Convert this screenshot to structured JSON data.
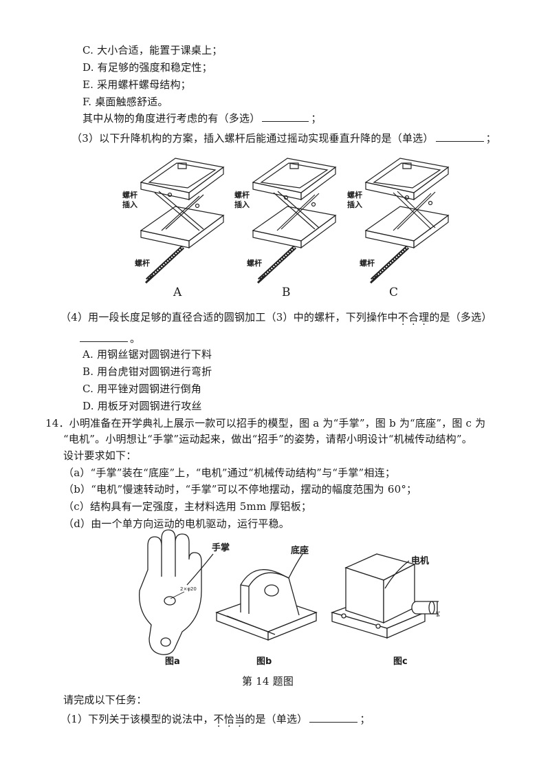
{
  "q13_options_a": {
    "c": "C. 大小合适，能置于课桌上；",
    "d": "D. 有足够的强度和稳定性；",
    "e": "E. 采用螺杆螺母结构；",
    "f": "F. 桌面触感舒适。"
  },
  "q13_sub2_tail": {
    "prefix": "其中从物的角度进行考虑的有（多选）",
    "suffix": "；"
  },
  "q13_sub3": {
    "text": "（3）以下升降机构的方案，插入螺杆后能通过摇动实现垂直升降的是（单选）",
    "suffix": "；"
  },
  "lift_figure": {
    "screw_insert_label": "螺杆插入",
    "screw_label": "螺杆",
    "options": [
      "A",
      "B",
      "C"
    ]
  },
  "q13_sub4": {
    "part1": "（4）用一段长度足够的直径合适的圆钢加工（3）中的螺杆，下列操作中",
    "emph": "不合理",
    "part2": "的是（多选）",
    "suffix": "。"
  },
  "q13_options_b": {
    "a": "A. 用钢丝锯对圆钢进行下料",
    "b": "B. 用台虎钳对圆钢进行弯折",
    "c": "C. 用平锉对圆钢进行倒角",
    "d": "D. 用板牙对圆钢进行攻丝"
  },
  "q14": {
    "line1": "14．小明准备在开学典礼上展示一款可以招手的模型，图 a 为“手掌”，图 b 为“底座”，图 c 为",
    "line2": "“电机”。小明想让“手掌”运动起来，做出“招手”的姿势，请帮小明设计“机械传动结构”。",
    "line3": "设计要求如下：",
    "req_a": "（a）“手掌”装在“底座”上，“电机”通过“机械传动结构”与“手掌”相连；",
    "req_b": "（b）“电机”慢速转动时，“手掌”可以不停地摆动，摆动的幅度范围为 60°；",
    "req_c": "（c）结构具有一定强度，主材料选用 5mm 厚铝板；",
    "req_d": "（d）由一个单方向运动的电机驱动，运行平稳。"
  },
  "fig14": {
    "hand_label": "手掌",
    "base_label": "底座",
    "motor_label": "电机",
    "hole_dim": "2×φ20",
    "shaft_dim": "14",
    "cap_a": "图a",
    "cap_b": "图b",
    "cap_c": "图c",
    "title": "第 14 题图"
  },
  "tasks": {
    "intro": "请完成以下任务：",
    "t1_part1": "（1）下列关于该模型的说法中，",
    "t1_emph": "不恰当",
    "t1_part2": "的是（单选）",
    "t1_suffix": "；"
  }
}
